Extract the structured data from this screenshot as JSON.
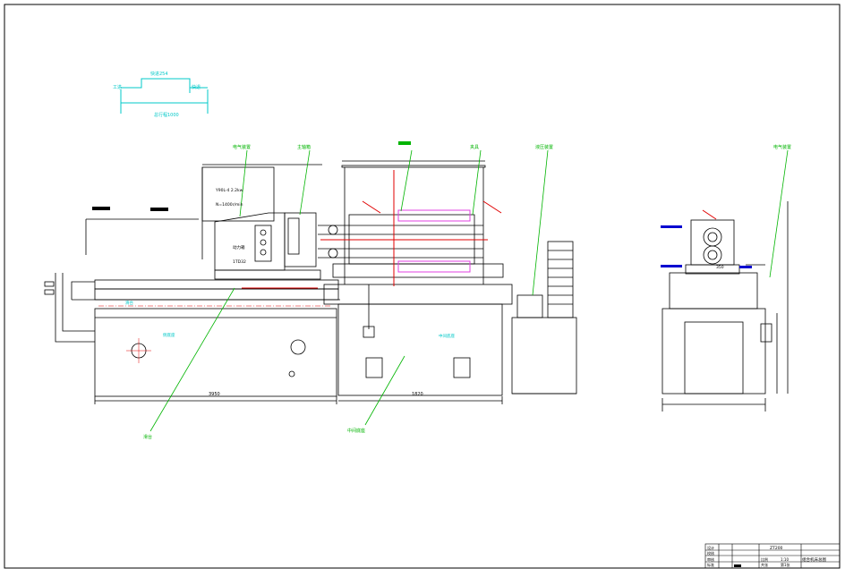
{
  "schematic": {
    "dims": {
      "stroke_total": "总行程1000",
      "fast_fwd": "快进254",
      "work": "工进",
      "fast_back": "快退",
      "overall_length": "3950",
      "mid_length": "1820",
      "side_width_top": "350"
    },
    "labels": {
      "motor_spec_1": "Y90L-4 2.2kw",
      "motor_spec_2": "N=1400r/min",
      "power_head": "动力箱",
      "power_head_code": "1TD32",
      "slide_table": "滑台",
      "base_a": "侧底座",
      "base_b": "中间底座"
    },
    "leaders": {
      "electrical_top": "电气装置",
      "spindle_box": "主轴箱",
      "fixture": "夹具",
      "hydraulic": "液压装置",
      "electrical_side": "电气装置",
      "slide_bottom": "滑台",
      "middle_base": "中间底座"
    }
  },
  "title_block": {
    "drawing_code": "ZT200",
    "drawing_name": "组合机床总图",
    "scale_label": "比例",
    "scale_value": "1:10",
    "sheet_label": "共张",
    "sheet_value": "第1张",
    "rows": [
      "设计",
      "校核",
      "审核",
      "标准"
    ]
  },
  "colors": {
    "ink": "#000000",
    "cyan": "#00c8c8",
    "red": "#e00000",
    "green": "#00b400",
    "magenta": "#e040e0",
    "blue": "#0000d0"
  }
}
